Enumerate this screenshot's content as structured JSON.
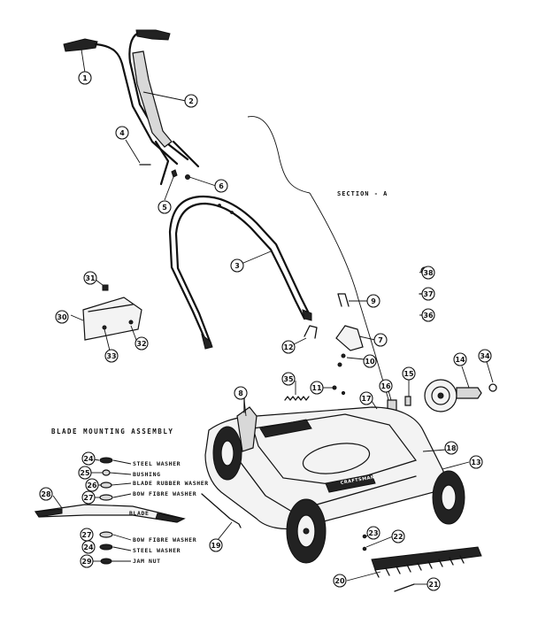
{
  "section_label": "SECTION - A",
  "assembly_title": "BLADE MOUNTING ASSEMBLY",
  "blade_labels": [
    {
      "id": "steel-washer-top",
      "text": "STEEL WASHER"
    },
    {
      "id": "bushing",
      "text": "BUSHING"
    },
    {
      "id": "blade-rubber-washer",
      "text": "BLADE RUBBER WASHER"
    },
    {
      "id": "bow-fibre-washer-top",
      "text": "BOW FIBRE WASHER"
    },
    {
      "id": "blade",
      "text": "BLADE"
    },
    {
      "id": "bow-fibre-washer-bottom",
      "text": "BOW FIBRE WASHER"
    },
    {
      "id": "steel-washer-bottom",
      "text": "STEEL WASHER"
    },
    {
      "id": "jam-nut",
      "text": "JAM NUT"
    }
  ],
  "callouts": [
    "1",
    "2",
    "3",
    "4",
    "5",
    "6",
    "7",
    "8",
    "9",
    "10",
    "11",
    "12",
    "13",
    "14",
    "15",
    "16",
    "17",
    "18",
    "19",
    "20",
    "21",
    "22",
    "23",
    "24",
    "25",
    "26",
    "27",
    "28",
    "29",
    "30",
    "31",
    "32",
    "33",
    "34",
    "35",
    "36",
    "37",
    "38"
  ],
  "deck_text": "CRAFTSMAN"
}
